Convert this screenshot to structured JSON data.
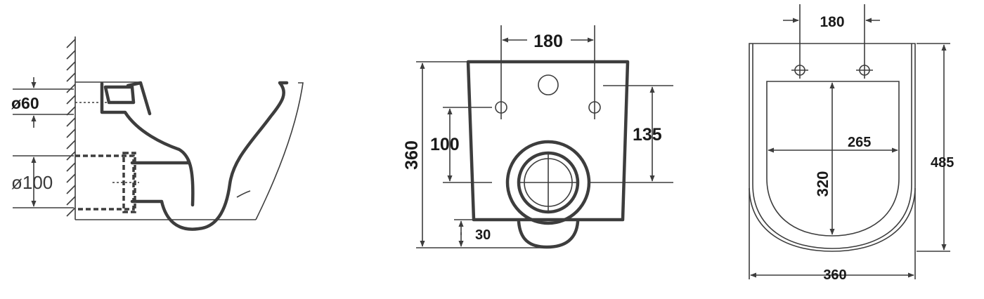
{
  "side_view": {
    "pipe_small": "ø60",
    "pipe_large": "ø100"
  },
  "front_view": {
    "top_spacing": "180",
    "overall_height": "360",
    "hole_height": "100",
    "outlet_height": "135",
    "bottom_offset": "30"
  },
  "top_view": {
    "top_spacing": "180",
    "seat_width": "265",
    "seat_depth": "320",
    "overall_depth": "485",
    "overall_width": "360"
  }
}
